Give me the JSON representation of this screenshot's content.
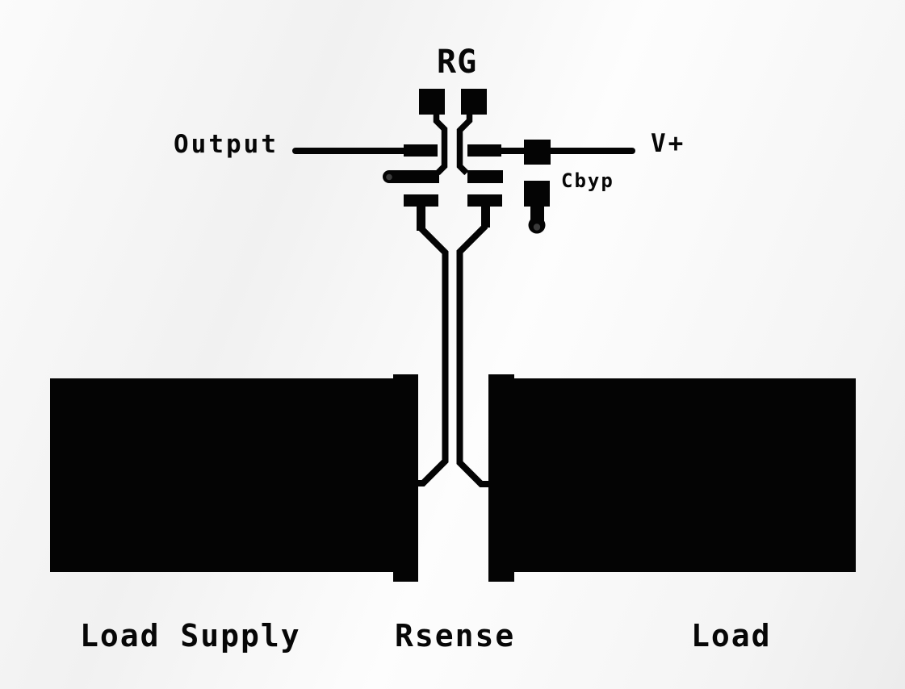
{
  "figure": {
    "title": "RG"
  },
  "labels": {
    "rg": "RG",
    "output": "Output",
    "vplus": "V+",
    "cbyp": "Cbyp",
    "load_supply": "Load Supply",
    "rsense": "Rsense",
    "load": "Load"
  },
  "colors": {
    "copper": "#040404",
    "via_hole": "#3a3a3a",
    "label_text": "#070707",
    "background": "#f5f5f5"
  }
}
